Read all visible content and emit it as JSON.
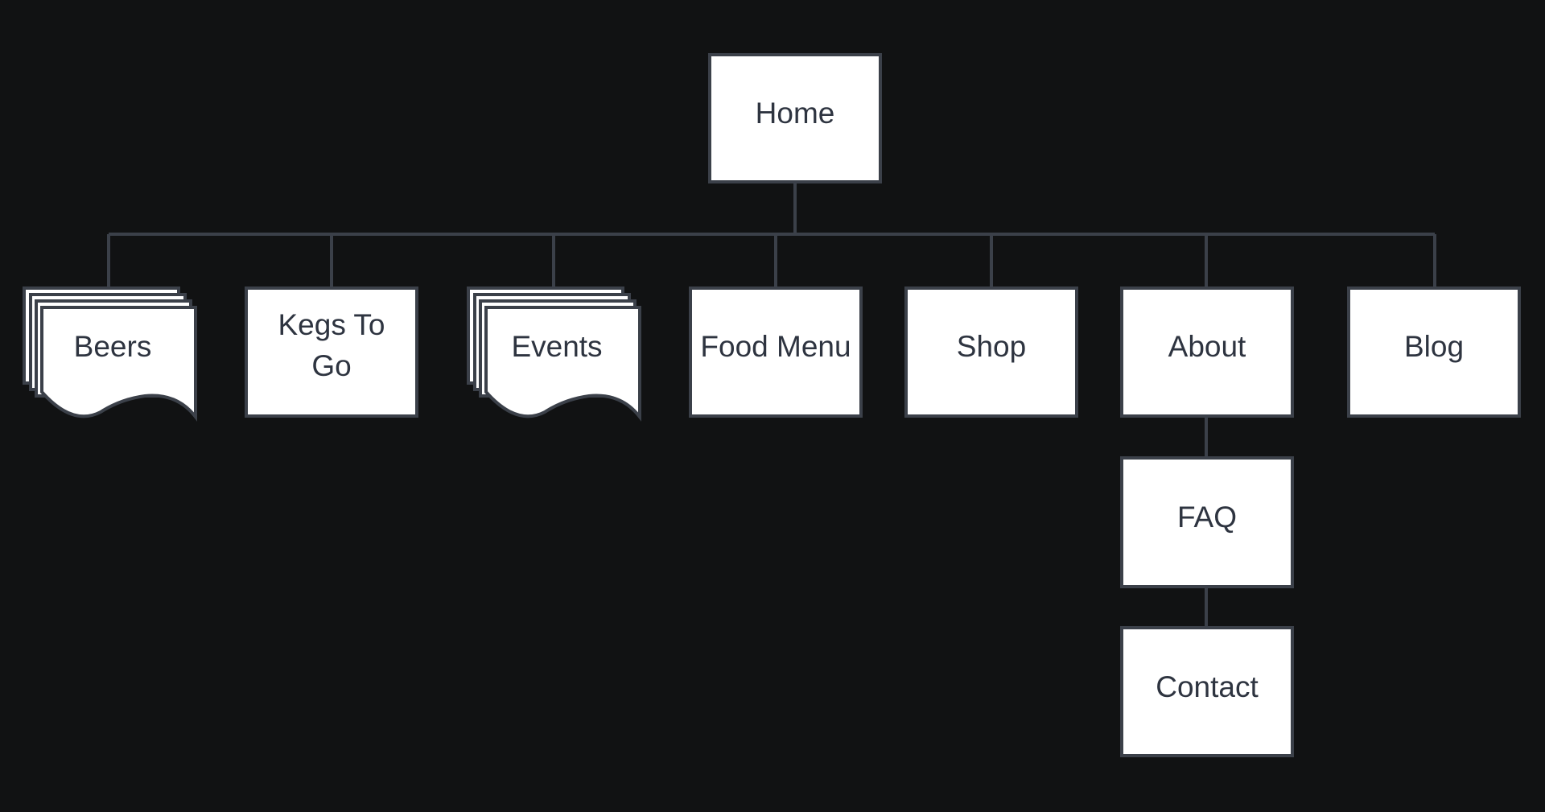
{
  "diagram": {
    "root": "Home",
    "nodes": [
      {
        "id": "home",
        "label": "Home",
        "shape": "rectangle",
        "parent": null
      },
      {
        "id": "beers",
        "label": "Beers",
        "shape": "multi-page",
        "parent": "home"
      },
      {
        "id": "kegs",
        "label": [
          "Kegs To",
          "Go"
        ],
        "shape": "rectangle",
        "parent": "home"
      },
      {
        "id": "events",
        "label": "Events",
        "shape": "multi-page",
        "parent": "home"
      },
      {
        "id": "food",
        "label": "Food Menu",
        "shape": "rectangle",
        "parent": "home"
      },
      {
        "id": "shop",
        "label": "Shop",
        "shape": "rectangle",
        "parent": "home"
      },
      {
        "id": "about",
        "label": "About",
        "shape": "rectangle",
        "parent": "home"
      },
      {
        "id": "blog",
        "label": "Blog",
        "shape": "rectangle",
        "parent": "home"
      },
      {
        "id": "faq",
        "label": "FAQ",
        "shape": "rectangle",
        "parent": "about"
      },
      {
        "id": "contact",
        "label": "Contact",
        "shape": "rectangle",
        "parent": "faq"
      }
    ]
  },
  "colors": {
    "background": "#111213",
    "node_fill": "#ffffff",
    "node_stroke": "#3b4049",
    "text": "#2e3440",
    "connector": "#3b4049"
  }
}
